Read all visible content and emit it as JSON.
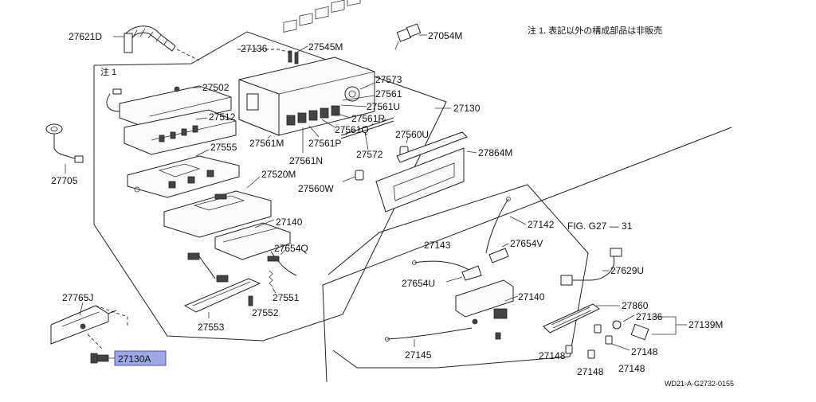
{
  "note_top": "注 1. 表記以外の構成部品は非販売",
  "note_1": "注 1",
  "fig_ref": "FIG. G27 — 31",
  "drawing_code": "WD21-A-G2732-0155",
  "highlight_color": "#9fa8e6",
  "parts": {
    "p27621d": "27621D",
    "p27136a": "27136",
    "p27545m": "27545M",
    "p27054m": "27054M",
    "p27502": "27502",
    "p27573": "27573",
    "p27561": "27561",
    "p27561u": "27561U",
    "p27130": "27130",
    "p27512": "27512",
    "p27561r": "27561R",
    "p27561q": "27561Q",
    "p27561m": "27561M",
    "p27561p": "27561P",
    "p27560u": "27560U",
    "p27555": "27555",
    "p27561n": "27561N",
    "p27572": "27572",
    "p27864m": "27864M",
    "p27705": "27705",
    "p27520m": "27520M",
    "p27560w": "27560W",
    "p27140a": "27140",
    "p27142": "27142",
    "p27654v": "27654V",
    "p27143": "27143",
    "p27654q": "27654Q",
    "p27629u": "27629U",
    "p27654u": "27654U",
    "p27140b": "27140",
    "p27551": "27551",
    "p27765j": "27765J",
    "p27860": "27860",
    "p27136b": "27136",
    "p27139m": "27139M",
    "p27552": "27552",
    "p27553": "27553",
    "p27145": "27145",
    "p27148a": "27148",
    "p27148b": "27148",
    "p27148c": "27148",
    "p27148d": "27148",
    "p27130a": "27130A"
  }
}
